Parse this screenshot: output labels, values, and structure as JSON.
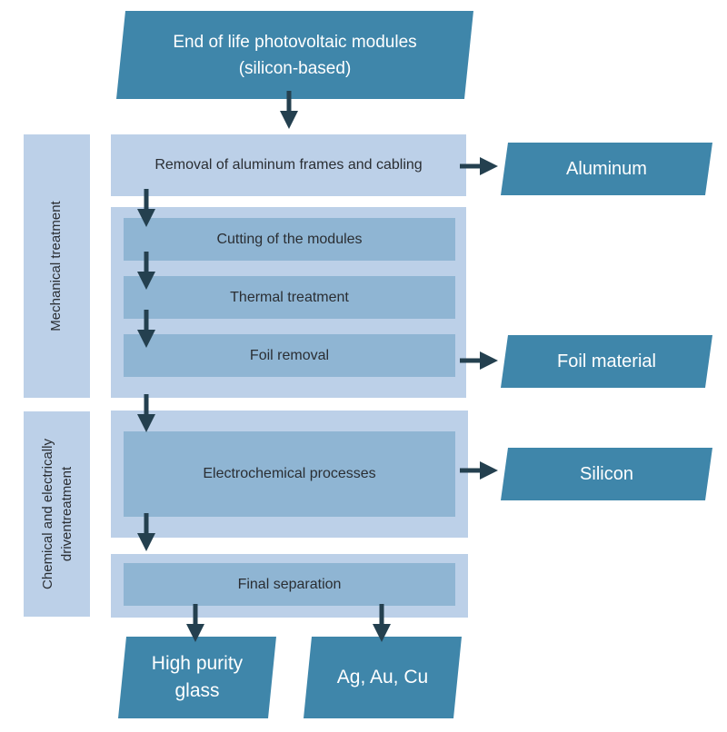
{
  "input": {
    "line1": "End of life photovoltaic modules",
    "line2": "(silicon-based)"
  },
  "side_labels": {
    "mechanical": "Mechanical treatment",
    "chemical_line1": "Chemical and electrically",
    "chemical_line2": "driventreatment"
  },
  "steps": {
    "removal": "Removal of aluminum frames and cabling",
    "cutting": "Cutting of the modules",
    "thermal": "Thermal treatment",
    "foil": "Foil removal",
    "electrochemical": "Electrochemical processes",
    "final": "Final separation"
  },
  "outputs": {
    "aluminum": "Aluminum",
    "foil_material": "Foil material",
    "silicon": "Silicon",
    "glass_line1": "High purity",
    "glass_line2": "glass",
    "metals": "Ag, Au, Cu"
  },
  "colors": {
    "dark_box": "#3f86aa",
    "light_panel": "#bcd0e8",
    "step_box": "#8fb5d3",
    "arrow": "#24404f"
  }
}
